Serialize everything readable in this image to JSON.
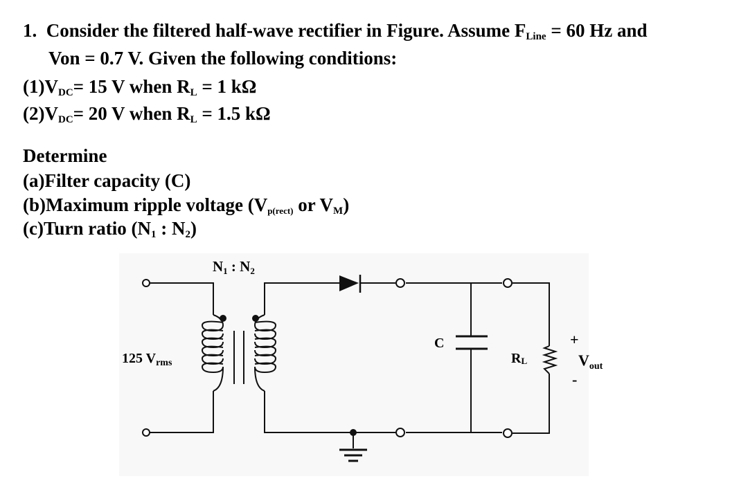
{
  "problem": {
    "number": "1.",
    "line1": {
      "pre": "Consider the filtered half-wave rectifier in Figure. Assume F",
      "sub": "Line",
      "post": " = 60 Hz and"
    },
    "line2": "Von = 0.7 V. Given the following conditions:",
    "conditions": [
      {
        "label": "(1)",
        "v": "V",
        "vsub": "DC",
        "mid": "= 15 V when R",
        "rsub": "L",
        "post": " = 1 kΩ"
      },
      {
        "label": "(2)",
        "v": "V",
        "vsub": "DC",
        "mid": "= 20 V when R",
        "rsub": "L",
        "post": " = 1.5 kΩ"
      }
    ],
    "determine_heading": "Determine",
    "tasks": [
      {
        "label": "(a)",
        "text": "Filter capacity (C)"
      },
      {
        "label": "(b)",
        "pre": "Maximum ripple voltage (V",
        "sub": "p(rect)",
        "mid": " or V",
        "sub2": "M",
        "post": ")"
      },
      {
        "label": "(c)",
        "pre": "Turn ratio (N",
        "sub": "1",
        "mid": " : N",
        "sub2": "2",
        "post": ")"
      }
    ]
  },
  "figure": {
    "transformer_label": {
      "n1": "N",
      "n1sub": "1",
      "sep": " : ",
      "n2": "N",
      "n2sub": "2"
    },
    "source_label": {
      "value": "125 V",
      "sub": "rms"
    },
    "capacitor_label": "C",
    "resistor_label": {
      "main": "R",
      "sub": "L"
    },
    "output_label": {
      "main": "V",
      "sub": "out",
      "plus": "+",
      "minus": "-"
    }
  }
}
